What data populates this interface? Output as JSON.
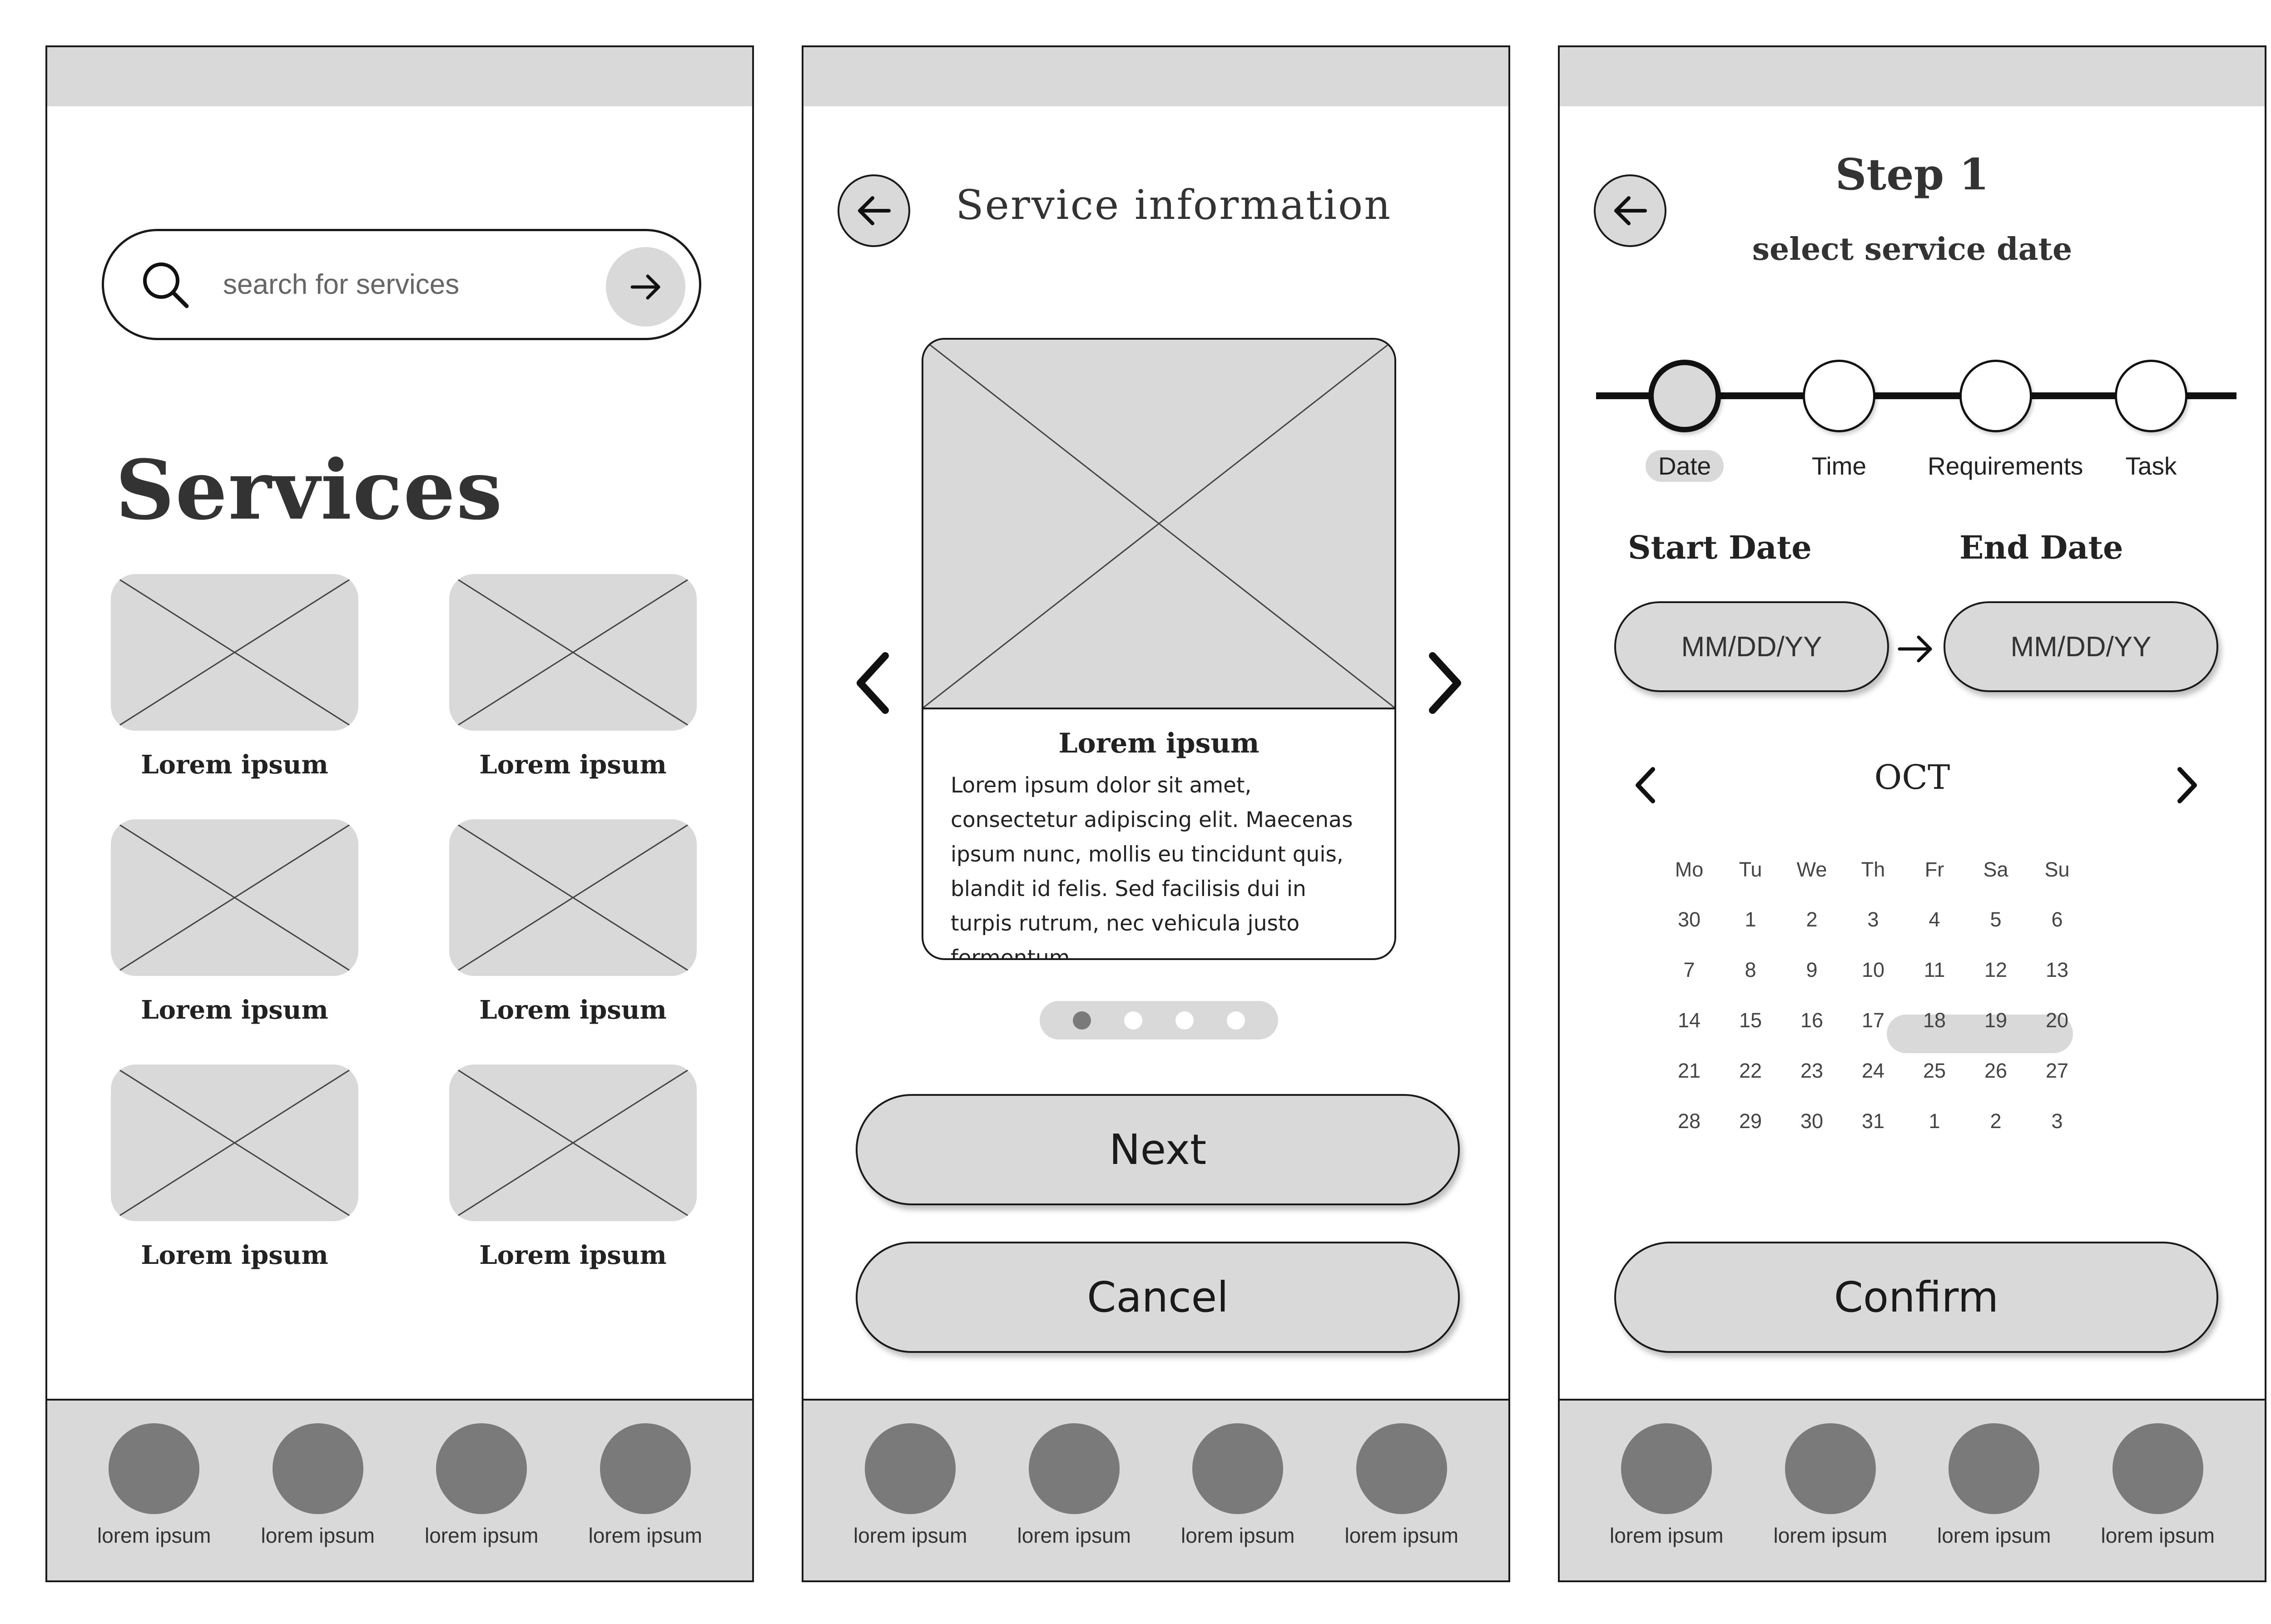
{
  "screen1": {
    "search": {
      "placeholder": "search for services"
    },
    "title": "Services",
    "cards": [
      "Lorem ipsum",
      "Lorem ipsum",
      "Lorem ipsum",
      "Lorem ipsum",
      "Lorem ipsum",
      "Lorem ipsum"
    ]
  },
  "screen2": {
    "title": "Service information",
    "card": {
      "title": "Lorem ipsum",
      "body": "Lorem ipsum dolor sit amet, consectetur adipiscing elit. Maecenas ipsum nunc, mollis eu tincidunt quis, blandit id felis. Sed facilisis dui in turpis rutrum, nec vehicula justo fermentum."
    },
    "carousel_pages": 4,
    "carousel_active": 1,
    "next_label": "Next",
    "cancel_label": "Cancel"
  },
  "screen3": {
    "title": "Step 1",
    "subtitle": "select service date",
    "steps": [
      "Date",
      "Time",
      "Requirements",
      "Task"
    ],
    "active_step": "Date",
    "start_label": "Start Date",
    "end_label": "End Date",
    "start_value": "MM/DD/YY",
    "end_value": "MM/DD/YY",
    "month": "OCT",
    "weekdays": [
      "Mo",
      "Tu",
      "We",
      "Th",
      "Fr",
      "Sa",
      "Su"
    ],
    "weeks": [
      [
        "30",
        "1",
        "2",
        "3",
        "4",
        "5",
        "6"
      ],
      [
        "7",
        "8",
        "9",
        "10",
        "11",
        "12",
        "13"
      ],
      [
        "14",
        "15",
        "16",
        "17",
        "18",
        "19",
        "20"
      ],
      [
        "21",
        "22",
        "23",
        "24",
        "25",
        "26",
        "27"
      ],
      [
        "28",
        "29",
        "30",
        "31",
        "1",
        "2",
        "3"
      ]
    ],
    "selected_range": [
      "17",
      "18",
      "19"
    ],
    "confirm_label": "Confirm"
  },
  "tabbar": [
    "lorem ipsum",
    "lorem ipsum",
    "lorem ipsum",
    "lorem ipsum"
  ],
  "colors": {
    "placeholder_gray": "#d9d9d9",
    "tab_icon_gray": "#7a7a7a",
    "outline": "#1a1a1a"
  }
}
